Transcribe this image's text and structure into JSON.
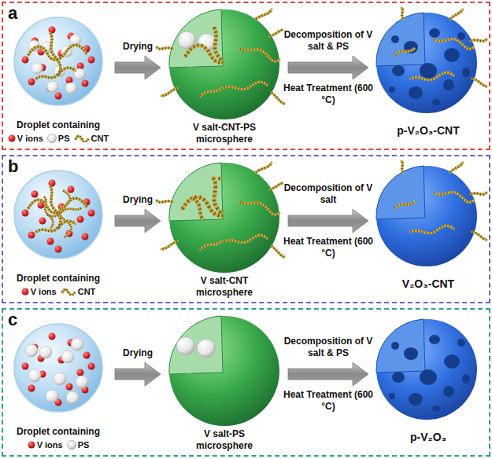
{
  "diagram": {
    "nodes": [
      {
        "text": [
          "a"
        ]
      },
      {
        "text": [
          "Droplet containing",
          "V ions",
          "PS",
          "CNT"
        ],
        "in": 0
      },
      {
        "text": [
          "V salt-CNT-PS microsphere"
        ],
        "in": 0
      },
      {
        "text": [
          "p-V₂O₃-CNT"
        ],
        "in": 0
      },
      {
        "text": [
          "b"
        ]
      },
      {
        "text": [
          "Droplet containing",
          "V ions",
          "CNT"
        ],
        "in": 4
      },
      {
        "text": [
          "V salt-CNT microsphere"
        ],
        "in": 4
      },
      {
        "text": [
          "V₂O₃-CNT"
        ],
        "in": 4
      },
      {
        "text": [
          "c"
        ]
      },
      {
        "text": [
          "Droplet containing",
          "V ions",
          "PS"
        ],
        "in": 8
      },
      {
        "text": [
          "V salt-PS microsphere"
        ],
        "in": 8
      },
      {
        "text": [
          "p-V₂O₃"
        ],
        "in": 8
      }
    ],
    "edges": [
      {
        "from": 1,
        "to": 2,
        "arrow": "to",
        "label": "Drying"
      },
      {
        "from": 2,
        "to": 3,
        "arrow": "to",
        "label": "Decomposition of V salt & PS"
      },
      {
        "from": 5,
        "to": 6,
        "arrow": "to",
        "label": "Drying"
      },
      {
        "from": 6,
        "to": 7,
        "arrow": "to",
        "label": "Decomposition of V salt"
      },
      {
        "from": 9,
        "to": 10,
        "arrow": "to",
        "label": "Drying"
      },
      {
        "from": 10,
        "to": 11,
        "arrow": "to",
        "label": "Decomposition of V salt & PS"
      }
    ],
    "labels": [
      "Heat Treatment (600 °C)",
      "Heat Treatment (600 °C)",
      "Heat Treatment (600 °C)"
    ]
  }
}
